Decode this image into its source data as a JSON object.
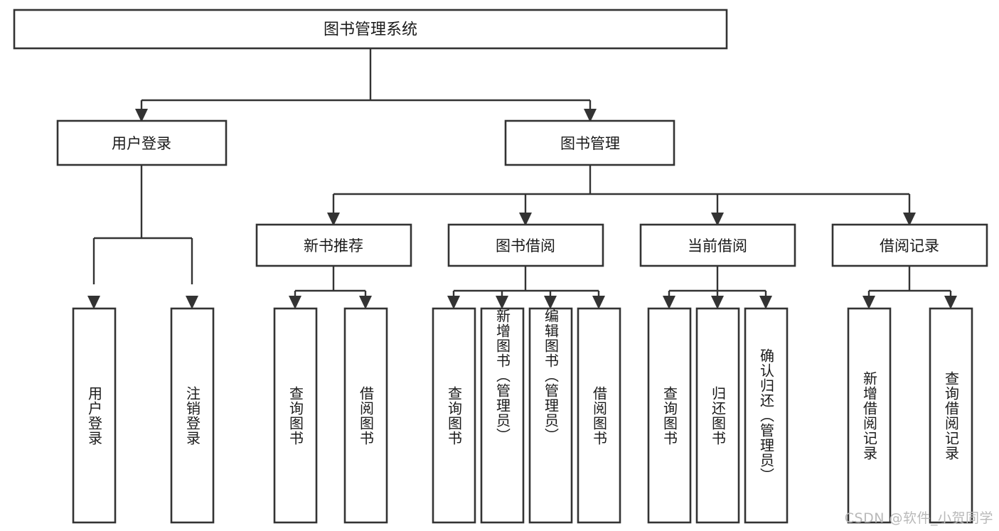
{
  "diagram": {
    "type": "tree",
    "title": "图书管理系统",
    "watermark": "CSDN @软件_小贺同学",
    "colors": {
      "box_stroke": "#333333",
      "box_fill": "#ffffff",
      "connector": "#333333",
      "text": "#1a1a1a",
      "watermark": "#b9b9b9",
      "background": "#ffffff"
    },
    "root": {
      "label": "图书管理系统"
    },
    "level2": [
      {
        "label": "用户登录"
      },
      {
        "label": "图书管理"
      }
    ],
    "level3": [
      {
        "label": "新书推荐"
      },
      {
        "label": "图书借阅"
      },
      {
        "label": "当前借阅"
      },
      {
        "label": "借阅记录"
      }
    ],
    "leaves": {
      "user_login": [
        {
          "label": "用户登录"
        },
        {
          "label": "注销登录"
        }
      ],
      "new_book_recommend": [
        {
          "label": "查询图书"
        },
        {
          "label": "借阅图书"
        }
      ],
      "book_borrow": [
        {
          "label": "查询图书"
        },
        {
          "label": "新增图书（管理员）"
        },
        {
          "label": "编辑图书（管理员）"
        },
        {
          "label": "借阅图书"
        }
      ],
      "current_borrow": [
        {
          "label": "查询图书"
        },
        {
          "label": "归还图书"
        },
        {
          "label": "确认归还（管理员）"
        }
      ],
      "borrow_record": [
        {
          "label": "新增借阅记录"
        },
        {
          "label": "查询借阅记录"
        }
      ]
    }
  }
}
